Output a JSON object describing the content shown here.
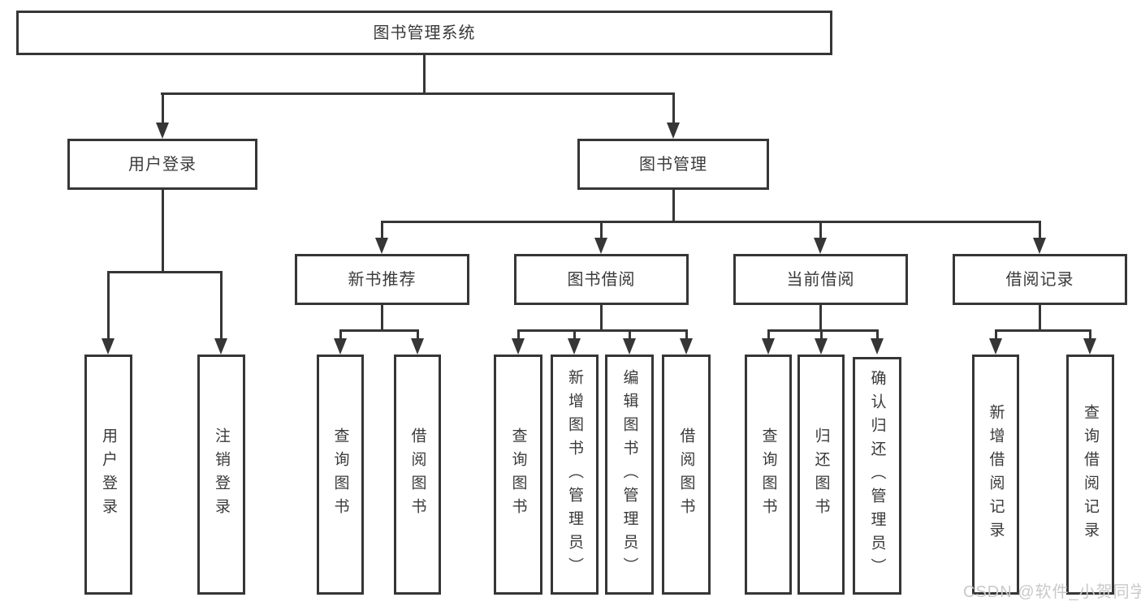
{
  "colors": {
    "line": "#363636",
    "text": "#3a3a3a",
    "watermark": "#c9c9c9",
    "background": "#ffffff"
  },
  "watermark": "CSDN @软件_小贺同学",
  "tree": {
    "label": "图书管理系统",
    "children": [
      {
        "label": "用户登录",
        "children": [
          {
            "label": "用户登录"
          },
          {
            "label": "注销登录"
          }
        ]
      },
      {
        "label": "图书管理",
        "children": [
          {
            "label": "新书推荐",
            "children": [
              {
                "label": "查询图书"
              },
              {
                "label": "借阅图书"
              }
            ]
          },
          {
            "label": "图书借阅",
            "children": [
              {
                "label": "查询图书"
              },
              {
                "label": "新增图书（管理员）"
              },
              {
                "label": "编辑图书（管理员）"
              },
              {
                "label": "借阅图书"
              }
            ]
          },
          {
            "label": "当前借阅",
            "children": [
              {
                "label": "查询图书"
              },
              {
                "label": "归还图书"
              },
              {
                "label": "确认归还（管理员）"
              }
            ]
          },
          {
            "label": "借阅记录",
            "children": [
              {
                "label": "新增借阅记录"
              },
              {
                "label": "查询借阅记录"
              }
            ]
          }
        ]
      }
    ]
  }
}
